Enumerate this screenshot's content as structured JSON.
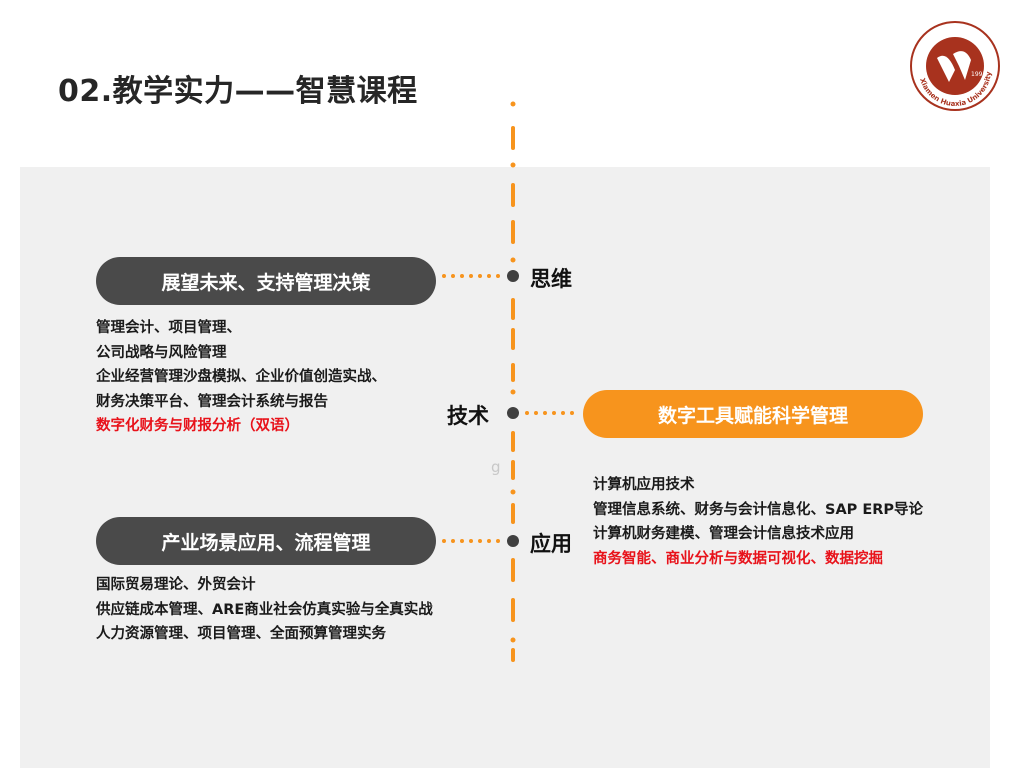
{
  "title": "02.教学实力——智慧课程",
  "logo": {
    "year": "1993",
    "university_name": "Xiamen Huaxia University"
  },
  "timeline": {
    "nodes": [
      {
        "label": "思维"
      },
      {
        "label": "技术"
      },
      {
        "label": "应用"
      }
    ]
  },
  "sections": {
    "thinking": {
      "pill": "展望未来、支持管理决策",
      "items": [
        {
          "text": "管理会计、项目管理、",
          "highlight": false
        },
        {
          "text": "公司战略与风险管理",
          "highlight": false
        },
        {
          "text": "企业经营管理沙盘模拟、企业价值创造实战、",
          "highlight": false
        },
        {
          "text": "财务决策平台、管理会计系统与报告",
          "highlight": false
        },
        {
          "text": "数字化财务与财报分析（双语）",
          "highlight": true
        }
      ]
    },
    "technology": {
      "pill": "数字工具赋能科学管理",
      "items": [
        {
          "text": "计算机应用技术",
          "highlight": false
        },
        {
          "text": "管理信息系统、财务与会计信息化、SAP ERP导论",
          "highlight": false
        },
        {
          "text": "计算机财务建模、管理会计信息技术应用",
          "highlight": false
        },
        {
          "text": "商务智能、商业分析与数据可视化、数据挖掘",
          "highlight": true
        }
      ]
    },
    "application": {
      "pill": "产业场景应用、流程管理",
      "items": [
        {
          "text": "国际贸易理论、外贸会计",
          "highlight": false
        },
        {
          "text": "供应链成本管理、ARE商业社会仿真实验与全真实战",
          "highlight": false
        },
        {
          "text": "人力资源管理、项目管理、全面预算管理实务",
          "highlight": false
        }
      ]
    }
  },
  "ghost_text": "g",
  "colors": {
    "accent": "#f7941d",
    "dark_pill": "#4a4a4a",
    "highlight": "#e8121a",
    "panel": "#f0f0f0",
    "logo_red": "#a8321e"
  }
}
